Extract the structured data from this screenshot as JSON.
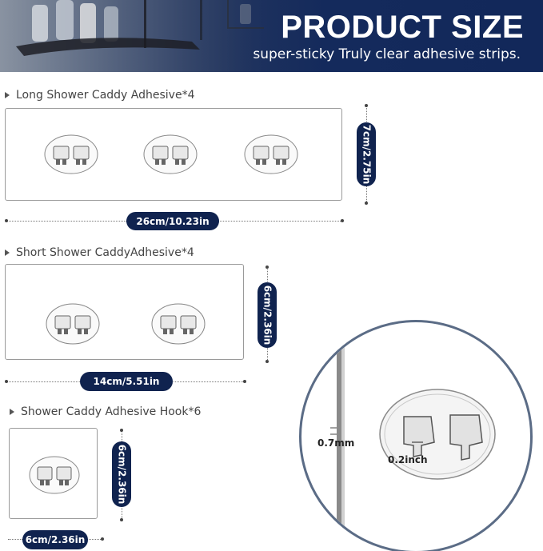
{
  "banner": {
    "title": "PRODUCT SIZE",
    "subtitle": "super-sticky Truly clear adhesive strips."
  },
  "sections": [
    {
      "label": "Long Shower Caddy Adhesive*4",
      "width": "26cm/10.23in",
      "height": "7cm/2.75in"
    },
    {
      "label": "Short Shower CaddyAdhesive*4",
      "width": "14cm/5.51in",
      "height": "6cm/2.36in"
    },
    {
      "label": "Shower Caddy Adhesive Hook*6",
      "width": "6cm/2.36in",
      "height": "6cm/2.36in"
    }
  ],
  "zoom": {
    "thickness": "0.7mm",
    "hook_gap": "0.2inch"
  },
  "colors": {
    "navy": "#10234f",
    "banner": "#142a5c"
  }
}
